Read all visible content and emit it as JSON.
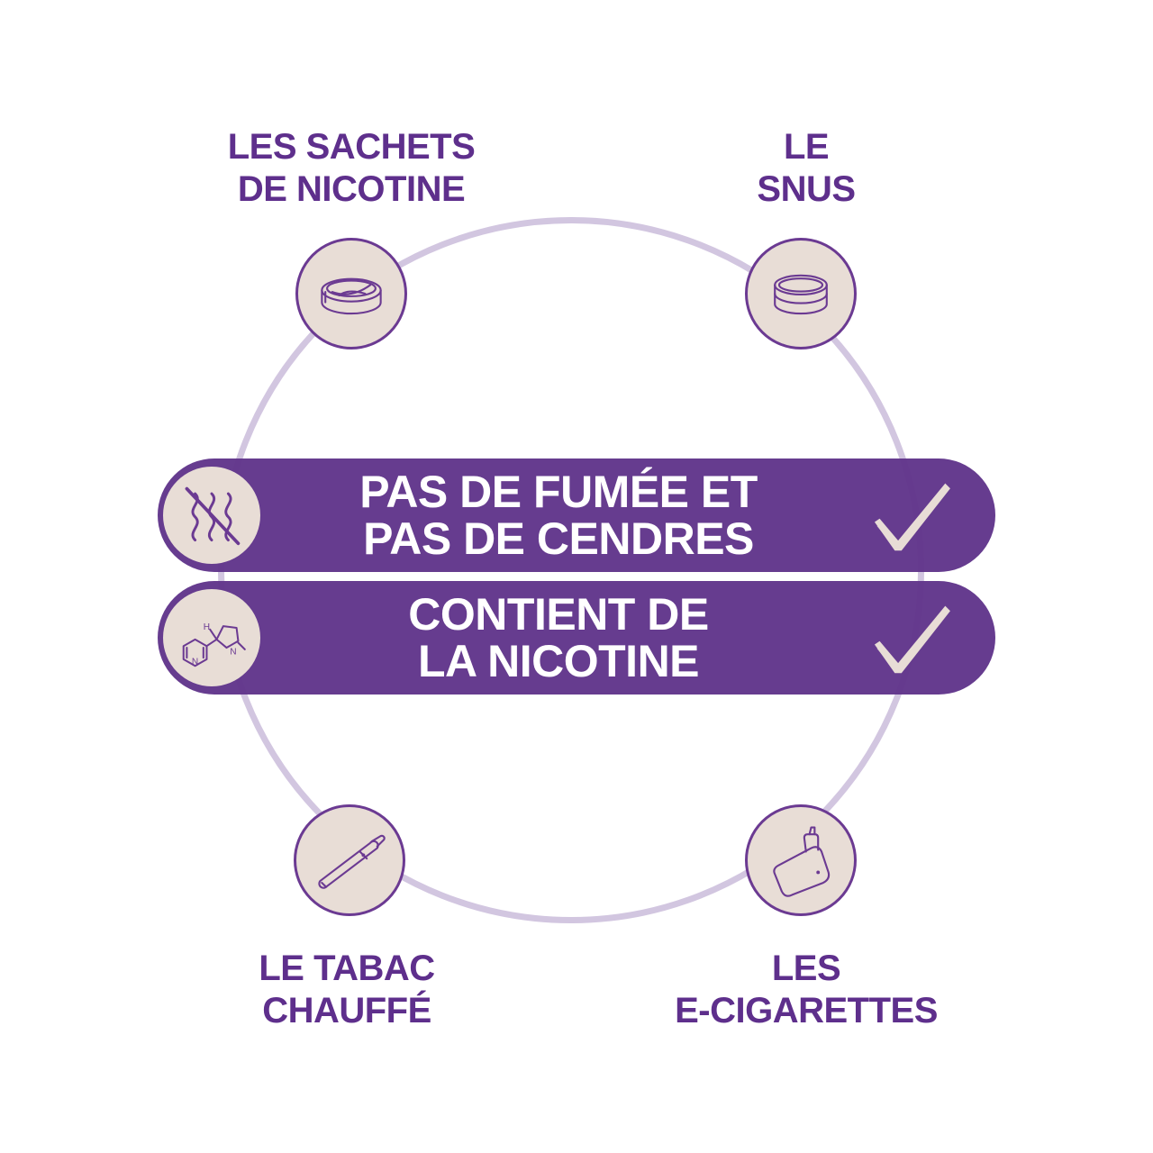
{
  "colors": {
    "brand_purple": "#5e2f8c",
    "banner_purple": "#60348a",
    "ring_lilac": "#d2c6e0",
    "icon_fill": "#e8ddd6",
    "check_beige": "#e8ddd6"
  },
  "products": [
    {
      "id": "nicotine-pouches",
      "lines": [
        "LES SACHETS",
        "DE NICOTINE"
      ],
      "icon": "pouch-can-open-icon"
    },
    {
      "id": "snus",
      "lines": [
        "LE",
        "SNUS"
      ],
      "icon": "snus-can-icon"
    },
    {
      "id": "heated-tobacco",
      "lines": [
        "LE TABAC",
        "CHAUFFÉ"
      ],
      "icon": "heated-tobacco-stick-icon"
    },
    {
      "id": "e-cigarettes",
      "lines": [
        "LES",
        "E-CIGARETTES"
      ],
      "icon": "e-cigarette-device-icon"
    }
  ],
  "banners": [
    {
      "lines": [
        "PAS DE FUMÉE ET",
        "PAS DE CENDRES"
      ],
      "icon": "no-smoke-icon",
      "check": "checkmark-icon"
    },
    {
      "lines": [
        "CONTIENT DE",
        "LA NICOTINE"
      ],
      "icon": "nicotine-molecule-icon",
      "check": "checkmark-icon"
    }
  ],
  "molecule_labels": {
    "h": "H",
    "n_ring": "N",
    "n_pyridine": "N"
  }
}
